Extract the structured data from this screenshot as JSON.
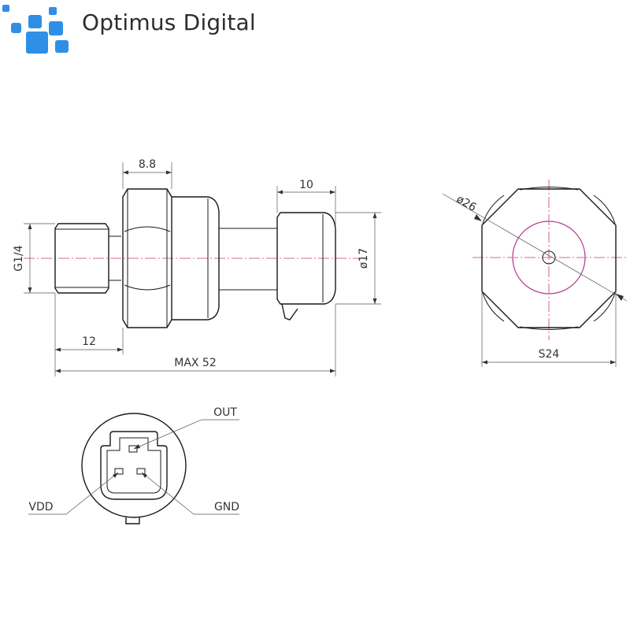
{
  "brand": {
    "name": "Optimus Digital",
    "accent": "#2f8fe6",
    "text_color": "#2d2d2d"
  },
  "side_view": {
    "dims": {
      "hex_width": "8.8",
      "connector_width": "10",
      "thread": "G1/4",
      "connector_dia": "ø17",
      "thread_length": "12",
      "total_length": "MAX 52"
    }
  },
  "end_view": {
    "dims": {
      "diameter": "ø26",
      "across_flats": "S24"
    }
  },
  "connector_view": {
    "pins": {
      "out": "OUT",
      "vdd": "VDD",
      "gnd": "GND"
    }
  },
  "colors": {
    "line": "#1a1a1a",
    "centerline": "#c83a6e",
    "highlight": "#c83a9a"
  }
}
